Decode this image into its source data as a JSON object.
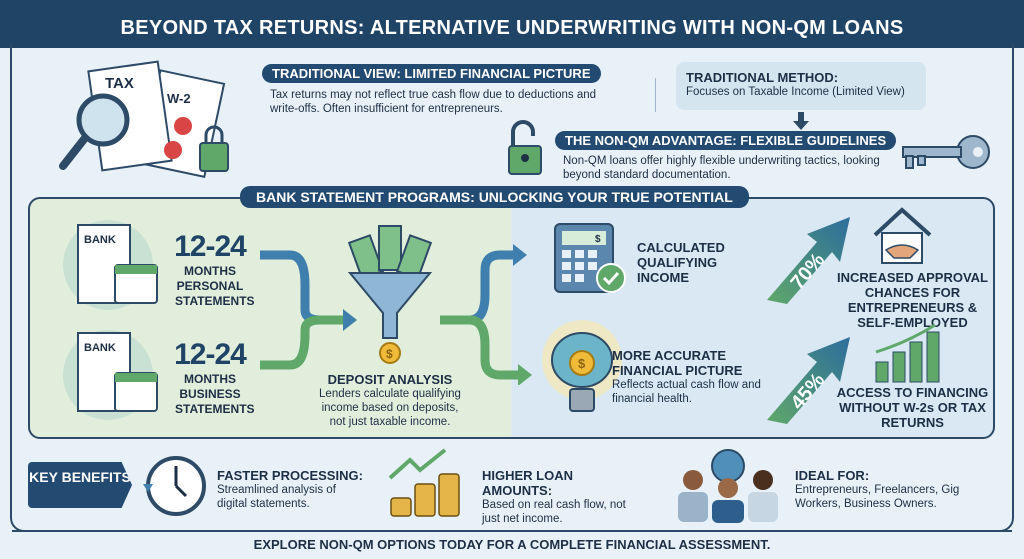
{
  "title": "BEYOND TAX RETURNS: ALTERNATIVE UNDERWRITING WITH NON-QM LOANS",
  "traditional_view": {
    "heading": "TRADITIONAL VIEW: LIMITED FINANCIAL PICTURE",
    "body": "Tax returns may not reflect true cash flow due to deductions and write-offs. Often insufficient for entrepreneurs.",
    "doc_labels": [
      "TAX",
      "W-2"
    ]
  },
  "traditional_method": {
    "heading": "TRADITIONAL METHOD:",
    "body": "Focuses on Taxable Income (Limited View)"
  },
  "nonqm": {
    "heading": "THE NON-QM ADVANTAGE: FLEXIBLE GUIDELINES",
    "body": "Non-QM loans offer highly flexible underwriting tactics, looking beyond standard documentation."
  },
  "bank": {
    "heading": "BANK STATEMENT PROGRAMS: UNLOCKING YOUR TRUE POTENTIAL",
    "inputs": [
      {
        "doc": "BANK",
        "range": "12-24",
        "label": "MONTHS PERSONAL STATEMENTS"
      },
      {
        "doc": "BANK",
        "range": "12-24",
        "label": "MONTHS BUSINESS STATEMENTS"
      }
    ],
    "deposit": {
      "heading": "DEPOSIT ANALYSIS",
      "body": "Lenders calculate qualifying income based on deposits, not just taxable income."
    },
    "calc": {
      "heading": "CALCULATED QUALIFYING INCOME",
      "symbol": "$"
    },
    "accurate": {
      "heading": "MORE ACCURATE FINANCIAL PICTURE",
      "body": "Reflects actual cash flow and financial health."
    },
    "stats": [
      {
        "value": "70%",
        "label": "INCREASED APPROVAL CHANCES FOR ENTREPRENEURS & SELF-EMPLOYED"
      },
      {
        "value": "45%",
        "label": "ACCESS TO FINANCING WITHOUT W-2s OR TAX RETURNS"
      }
    ]
  },
  "benefits": {
    "tag": "KEY BENEFITS",
    "items": [
      {
        "heading": "FASTER PROCESSING:",
        "body": "Streamlined analysis of digital statements."
      },
      {
        "heading": "HIGHER LOAN AMOUNTS:",
        "body": "Based on real cash flow, not just net income."
      },
      {
        "heading": "IDEAL FOR:",
        "body": "Entrepreneurs, Freelancers, Gig Workers, Business Owners."
      }
    ]
  },
  "footer": "EXPLORE NON-QM OPTIONS TODAY FOR A COMPLETE FINANCIAL ASSESSMENT.",
  "colors": {
    "navy": "#1f4466",
    "green": "#5fa86a",
    "blue": "#3f7fae"
  }
}
